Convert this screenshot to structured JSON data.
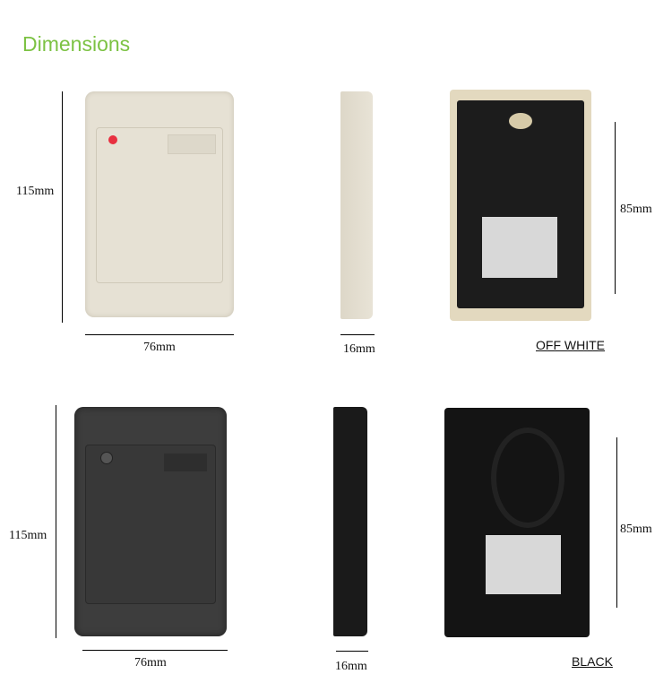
{
  "title": "Dimensions",
  "colors": {
    "title": "#7cc243",
    "off_white": "#e4dfd2",
    "black": "#3a3a3a"
  },
  "rows": [
    {
      "height": "115mm",
      "width": "76mm",
      "depth": "16mm",
      "inner": "85mm",
      "caption": "OFF WHITE"
    },
    {
      "height": "115mm",
      "width": "76mm",
      "depth": "16mm",
      "inner": "85mm",
      "caption": "BLACK"
    }
  ]
}
